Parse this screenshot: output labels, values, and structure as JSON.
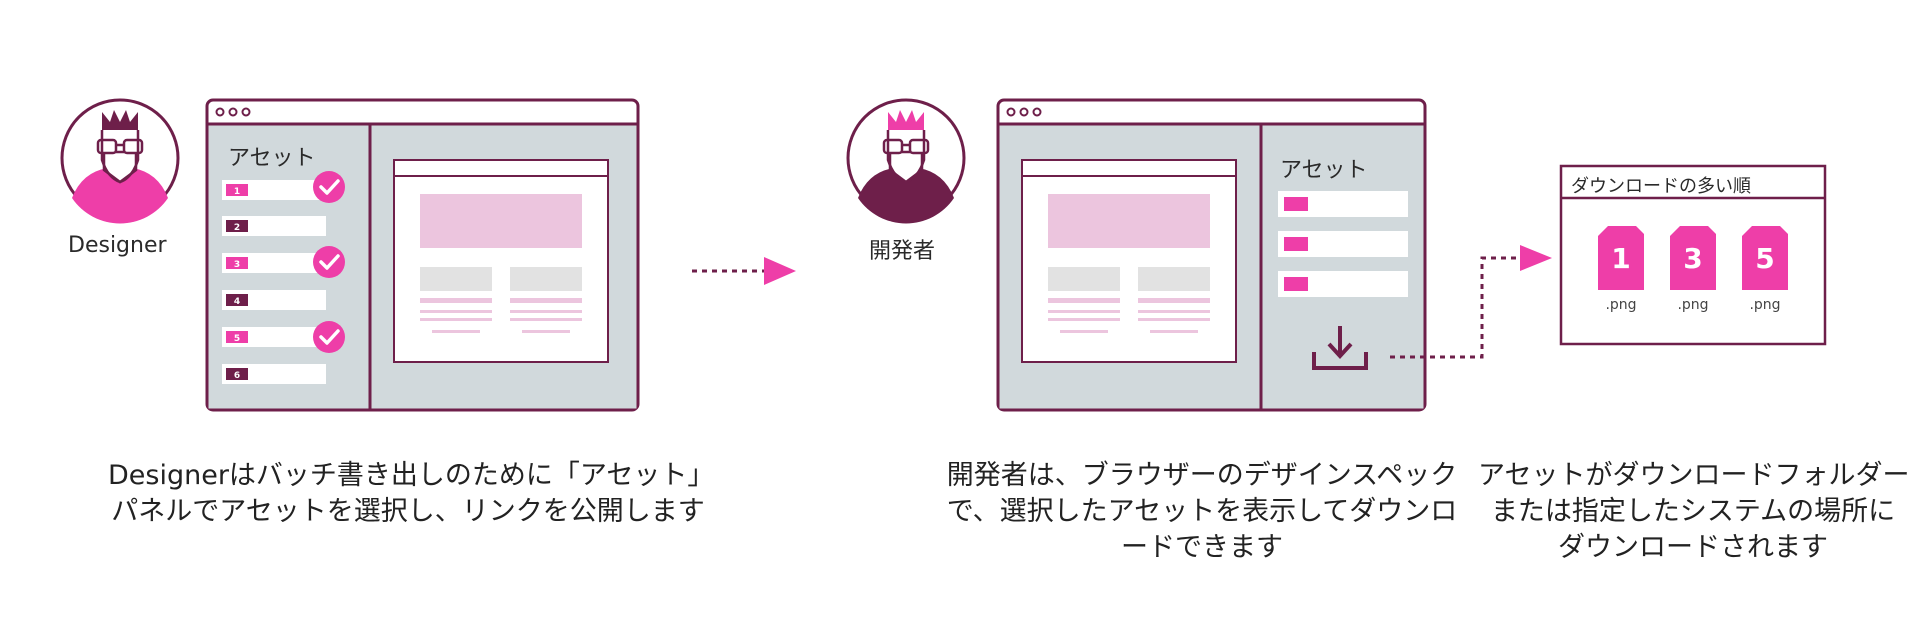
{
  "designer": {
    "role_label": "Designer",
    "panel_title": "アセット",
    "asset_numbers": [
      "1",
      "2",
      "3",
      "4",
      "5",
      "6"
    ],
    "selected_assets": [
      "1",
      "3",
      "5"
    ]
  },
  "developer": {
    "role_label": "開発者",
    "panel_title": "アセット"
  },
  "downloads": {
    "title": "ダウンロードの多い順",
    "files": [
      {
        "number": "1",
        "ext": ".png"
      },
      {
        "number": "3",
        "ext": ".png"
      },
      {
        "number": "5",
        "ext": ".png"
      }
    ]
  },
  "captions": {
    "designer": [
      "Designerはバッチ書き出しのために「アセット」",
      "パネルでアセットを選択し、リンクを公開します"
    ],
    "developer": [
      "開発者は、ブラウザーのデザインスペック",
      "で、選択したアセットを表示してダウンロ",
      "ードできます"
    ],
    "download": [
      "アセットがダウンロードフォルダー",
      "または指定したシステムの場所に",
      "ダウンロードされます"
    ]
  },
  "colors": {
    "accent": "#ee3ea8",
    "dark": "#6e1f4a",
    "panel_bg": "#d1d9dc",
    "placeholder_pink": "#ecc5de",
    "placeholder_gray": "#e2e2e2"
  },
  "icons": [
    "designer-avatar-icon",
    "developer-avatar-icon",
    "check-icon",
    "download-icon",
    "arrow-icon",
    "file-icon"
  ]
}
